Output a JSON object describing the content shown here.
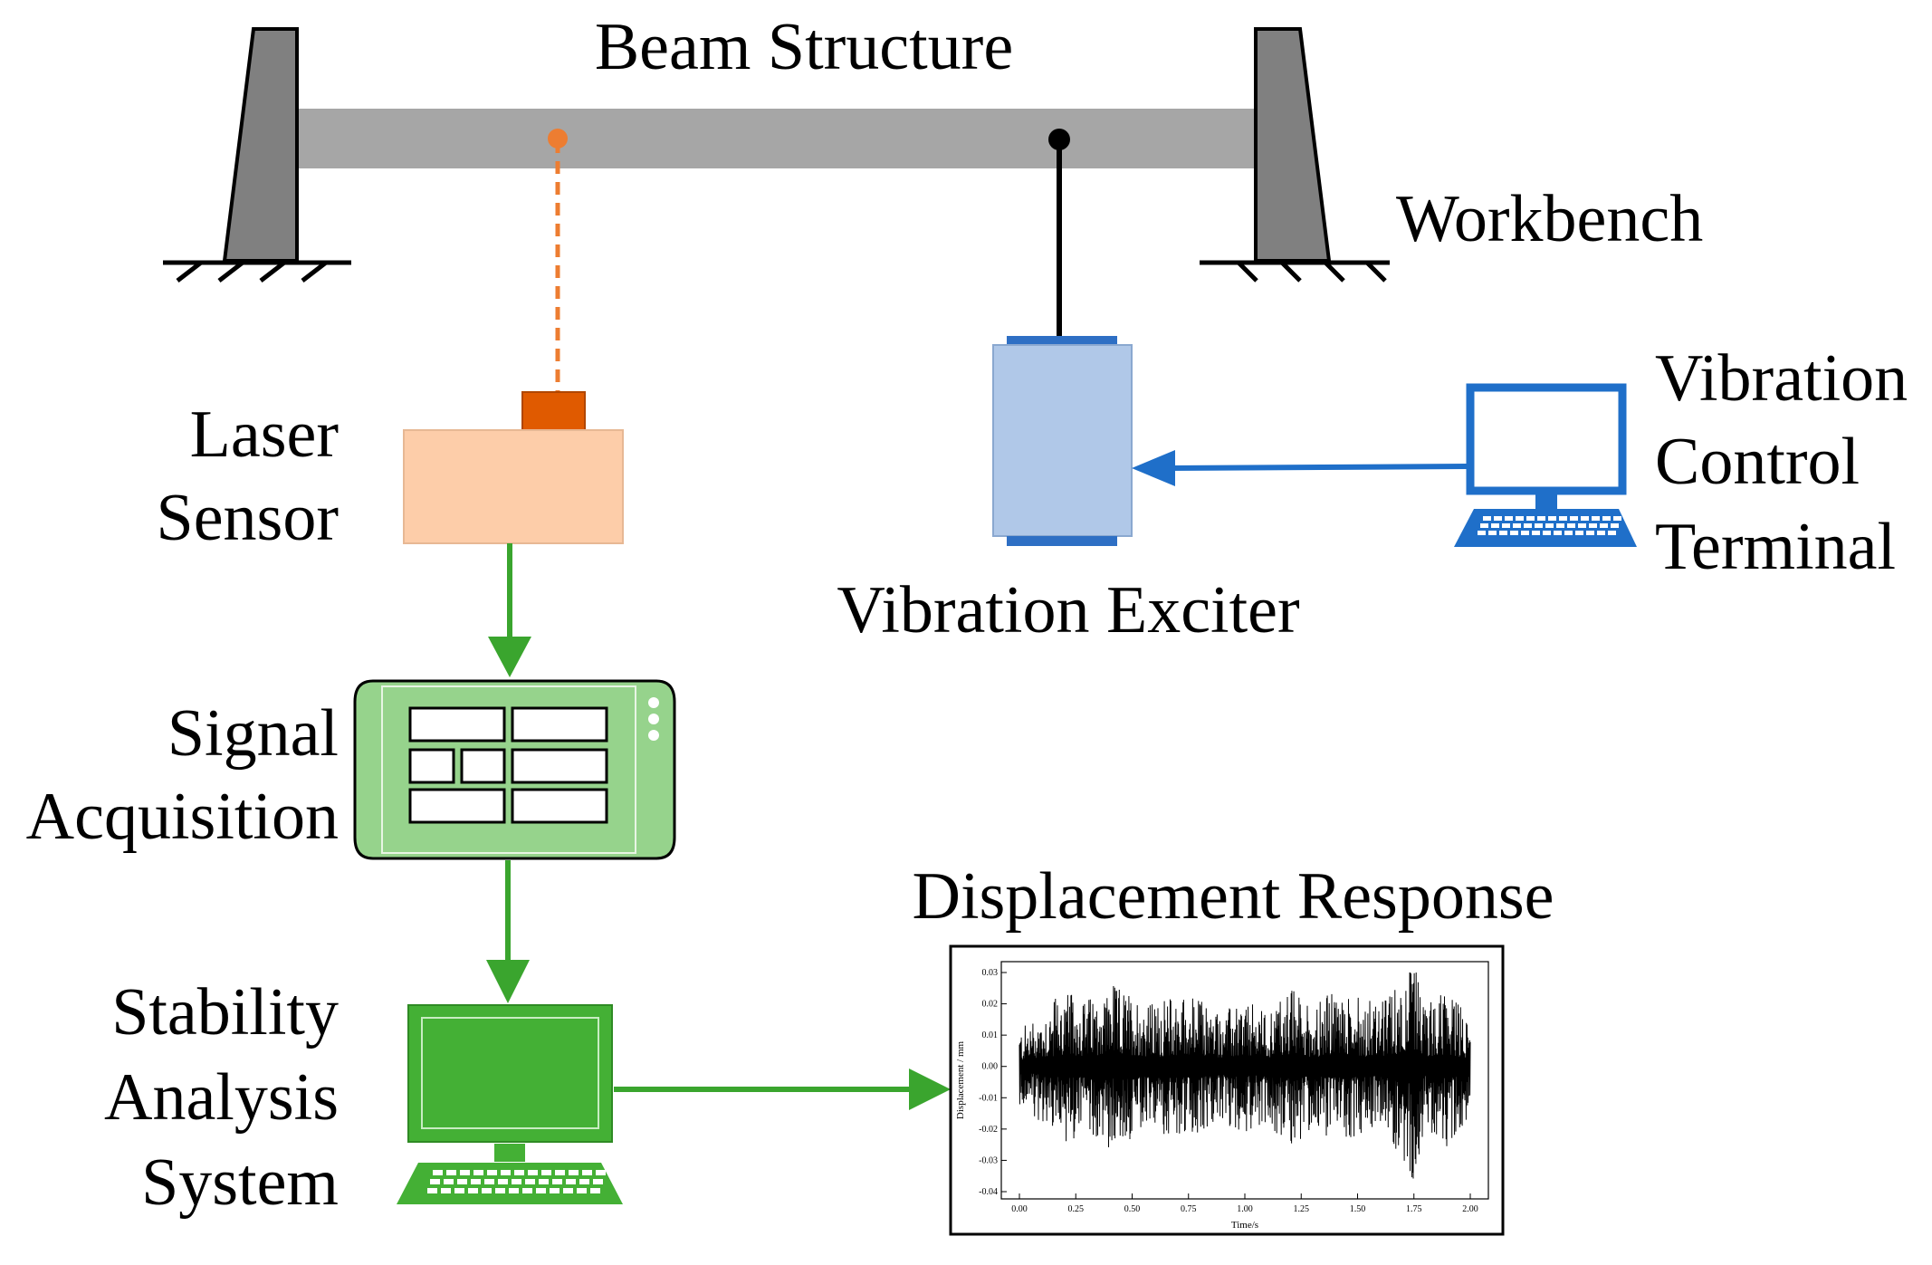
{
  "labels": {
    "beam_structure": "Beam Structure",
    "workbench": "Workbench",
    "laser_sensor": [
      "Laser",
      "Sensor"
    ],
    "signal_acquisition": [
      "Signal",
      "Acquisition"
    ],
    "stability_analysis_system": [
      "Stability",
      "Analysis",
      "System"
    ],
    "vibration_exciter": "Vibration Exciter",
    "vibration_control_terminal": [
      "Vibration",
      "Control",
      "Terminal"
    ],
    "displacement_response": "Displacement Response"
  },
  "colors": {
    "beam": "#a6a6a6",
    "support": "#808080",
    "laser_line": "#ed7d31",
    "sensor_body": "#fdcda9",
    "sensor_head": "#e05a00",
    "exciter_body": "#b0c8e8",
    "exciter_caps": "#2e6fc4",
    "terminal": "#1f6fc9",
    "green_arrow": "#3aa52e",
    "acq_device": "#96d38c",
    "analysis_pc": "#44b035"
  },
  "chart_data": {
    "type": "line",
    "title": "",
    "xlabel": "Time/s",
    "ylabel": "Displacement / mm",
    "xlim": [
      0.0,
      2.0
    ],
    "ylim": [
      -0.04,
      0.03
    ],
    "x_ticks": [
      "0.00",
      "0.25",
      "0.50",
      "0.75",
      "1.00",
      "1.25",
      "1.50",
      "1.75",
      "2.00"
    ],
    "y_ticks": [
      "0.03",
      "0.02",
      "0.01",
      "0.00",
      "-0.01",
      "-0.02",
      "-0.03",
      "-0.04"
    ],
    "series": [
      {
        "x": [
          0.0,
          0.1,
          0.2,
          0.3,
          0.4,
          0.5,
          0.6,
          0.7,
          0.8,
          0.9,
          1.0,
          1.1,
          1.2,
          1.3,
          1.4,
          1.5,
          1.6,
          1.7,
          1.75,
          1.8,
          1.9,
          2.0
        ],
        "envelope": [
          0.012,
          0.018,
          0.024,
          0.022,
          0.026,
          0.024,
          0.02,
          0.024,
          0.022,
          0.018,
          0.021,
          0.018,
          0.026,
          0.02,
          0.024,
          0.022,
          0.02,
          0.029,
          0.037,
          0.02,
          0.026,
          0.015
        ],
        "description": "dense oscillating displacement signal centred on 0"
      }
    ]
  }
}
